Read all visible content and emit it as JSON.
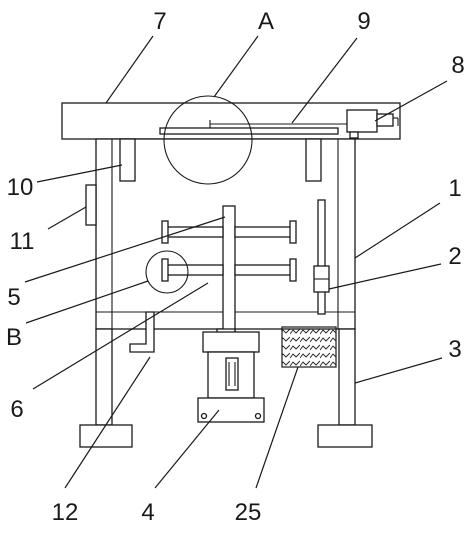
{
  "labels": {
    "l7": "7",
    "lA": "A",
    "l9": "9",
    "l8": "8",
    "l10": "10",
    "l11": "11",
    "l1": "1",
    "l2": "2",
    "l5": "5",
    "lB": "B",
    "l3": "3",
    "l6": "6",
    "l12": "12",
    "l4": "4",
    "l25": "25"
  }
}
